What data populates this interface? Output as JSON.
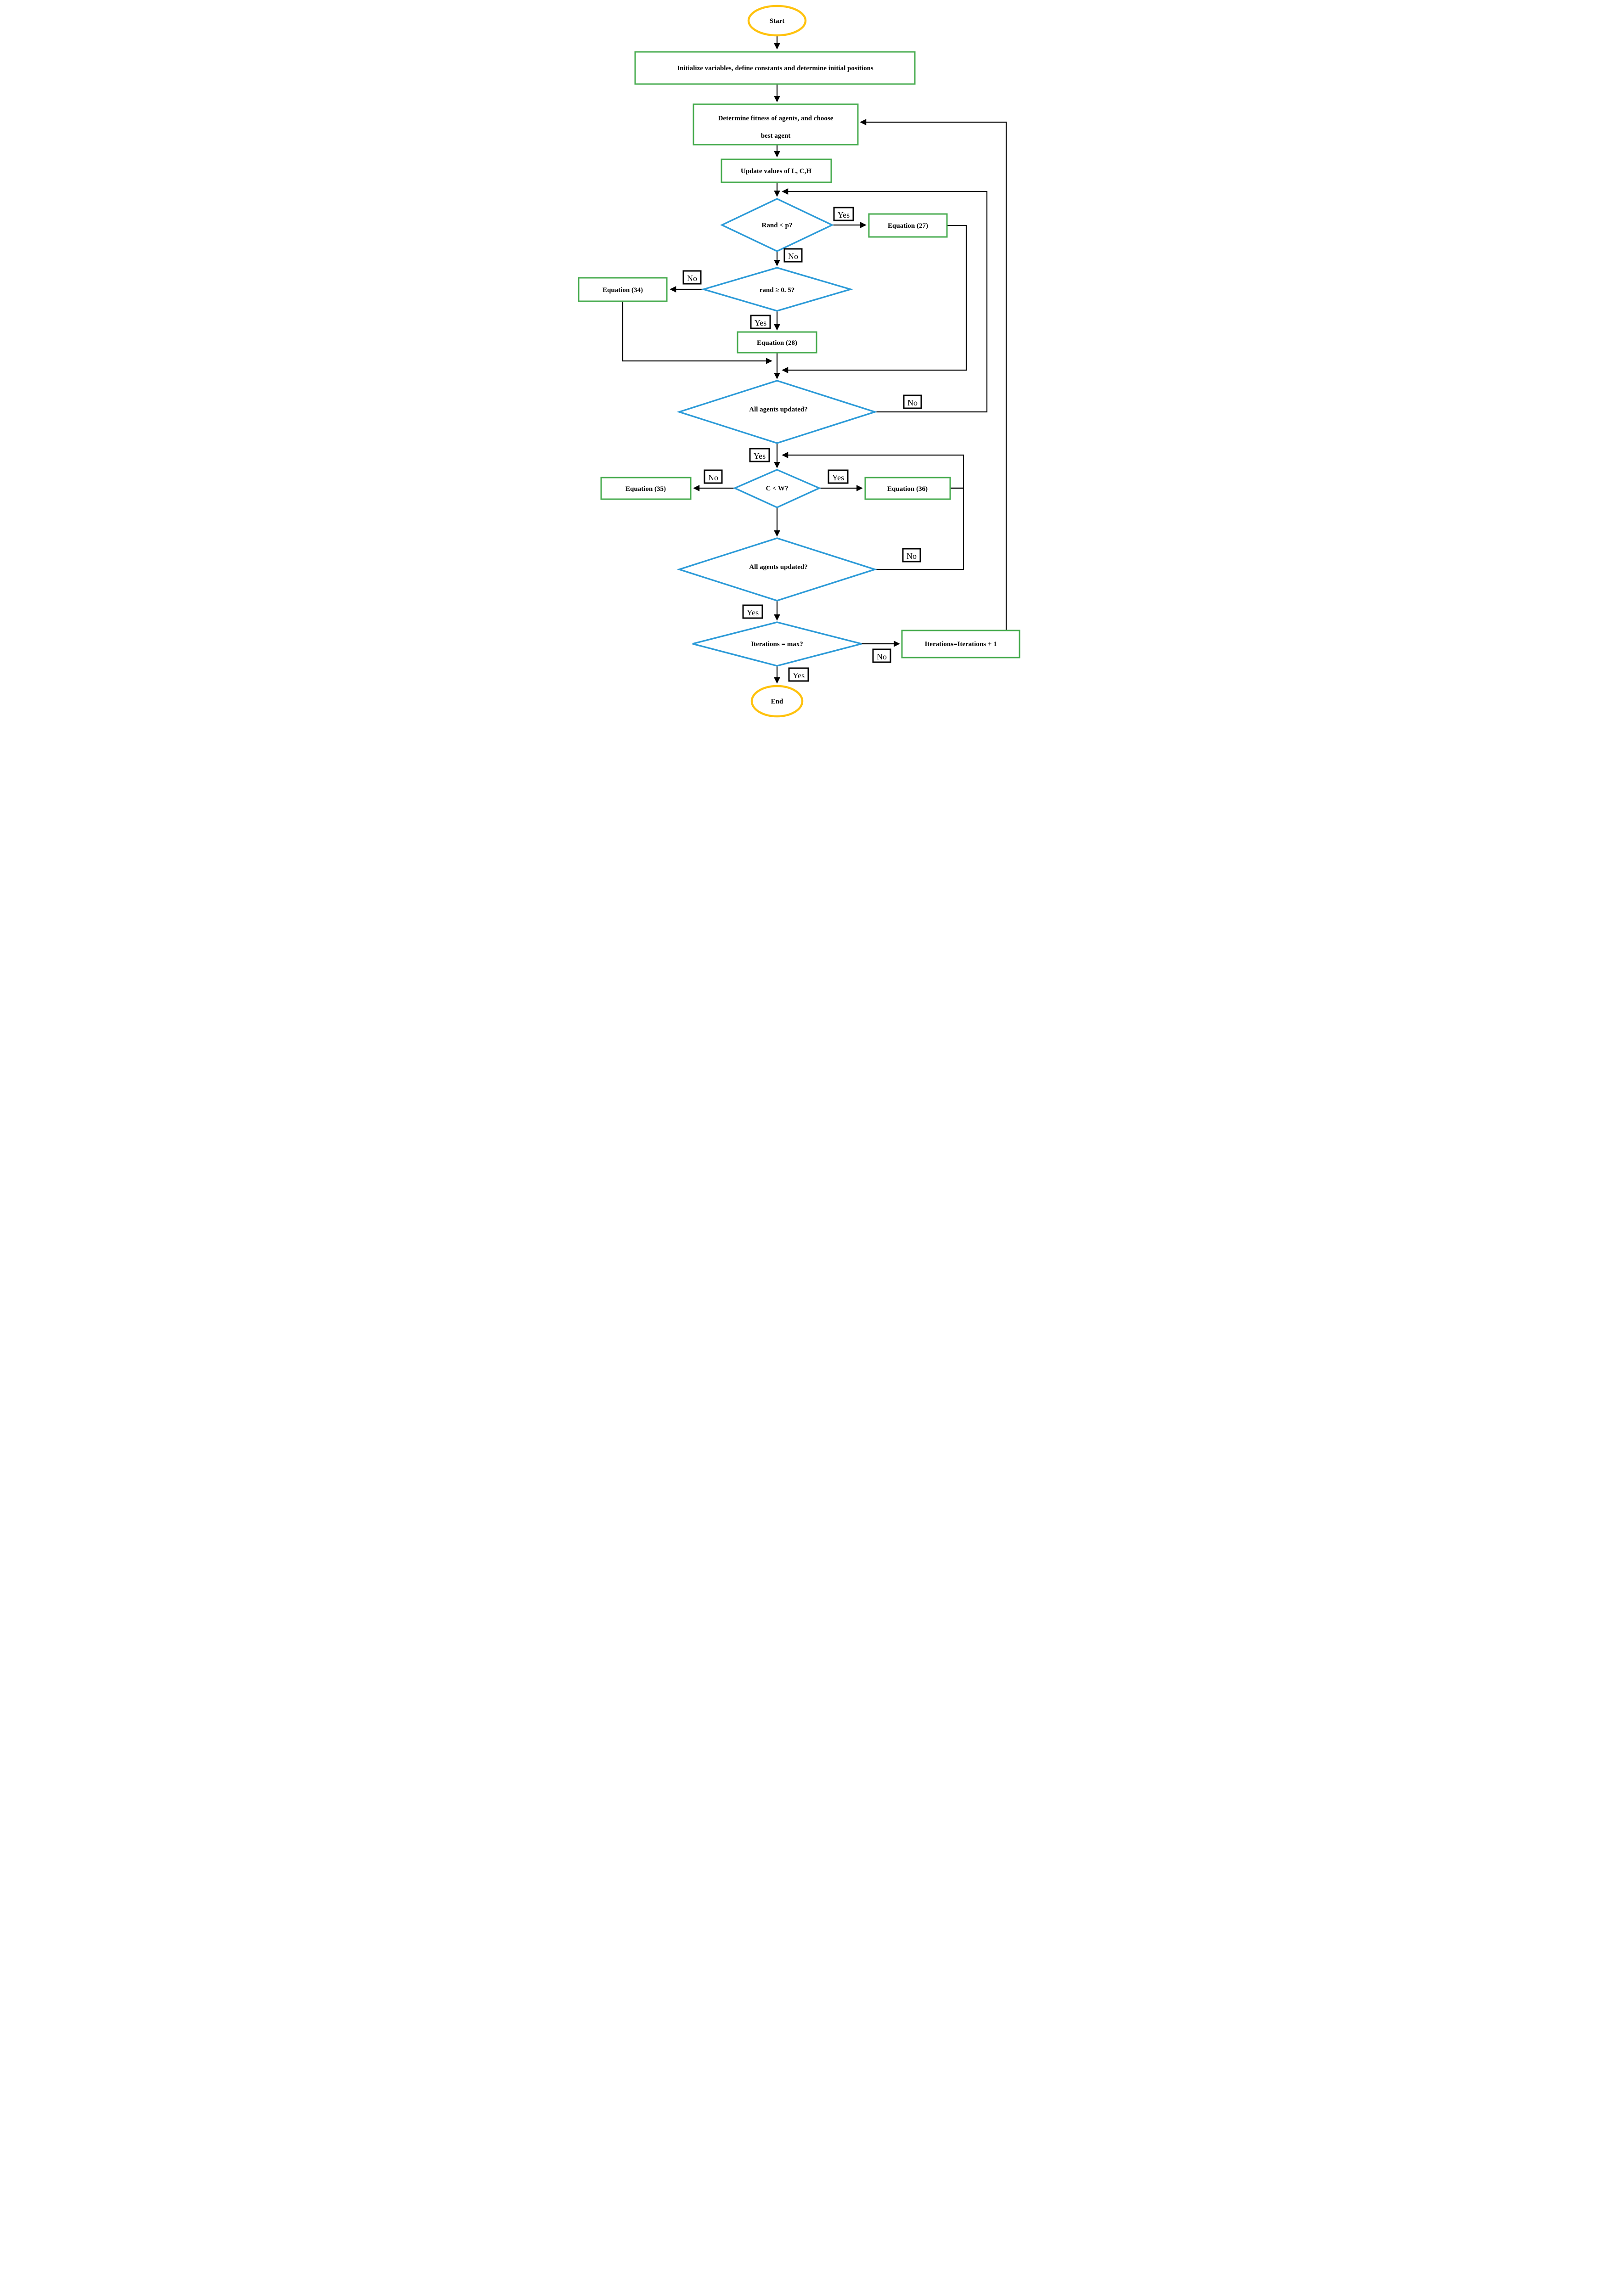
{
  "title": "Flowchart",
  "colors": {
    "green": "#46AB4E",
    "blue": "#2D9BD8",
    "yellow": "#FFC20E",
    "line": "#000000",
    "text": "#000000",
    "bg": "#FFFFFF"
  },
  "nodes": {
    "start": {
      "label": "Start"
    },
    "init": {
      "label": "Initialize variables, define constants and determine initial positions"
    },
    "fitness": {
      "lines": [
        "Determine fitness of agents, and choose",
        "best agent"
      ]
    },
    "update_lch": {
      "label": "Update values of L, C,H"
    },
    "rand_p": {
      "label": "Rand < p?"
    },
    "eq27": {
      "label": "Equation (27)"
    },
    "rand_05": {
      "label": "rand ≥ 0. 5?"
    },
    "eq34": {
      "label": "Equation (34)"
    },
    "eq28": {
      "label": "Equation (28)"
    },
    "all_updated_1": {
      "label": "All agents updated?"
    },
    "c_w": {
      "label": "C < W?"
    },
    "eq35": {
      "label": "Equation (35)"
    },
    "eq36": {
      "label": "Equation (36)"
    },
    "all_updated_2": {
      "label": "All agents updated?"
    },
    "iter_max": {
      "label": "Iterations = max?"
    },
    "iter_inc": {
      "label": "Iterations=Iterations + 1"
    },
    "end": {
      "label": "End"
    }
  },
  "edge_labels": {
    "yes": "Yes",
    "no": "No"
  }
}
